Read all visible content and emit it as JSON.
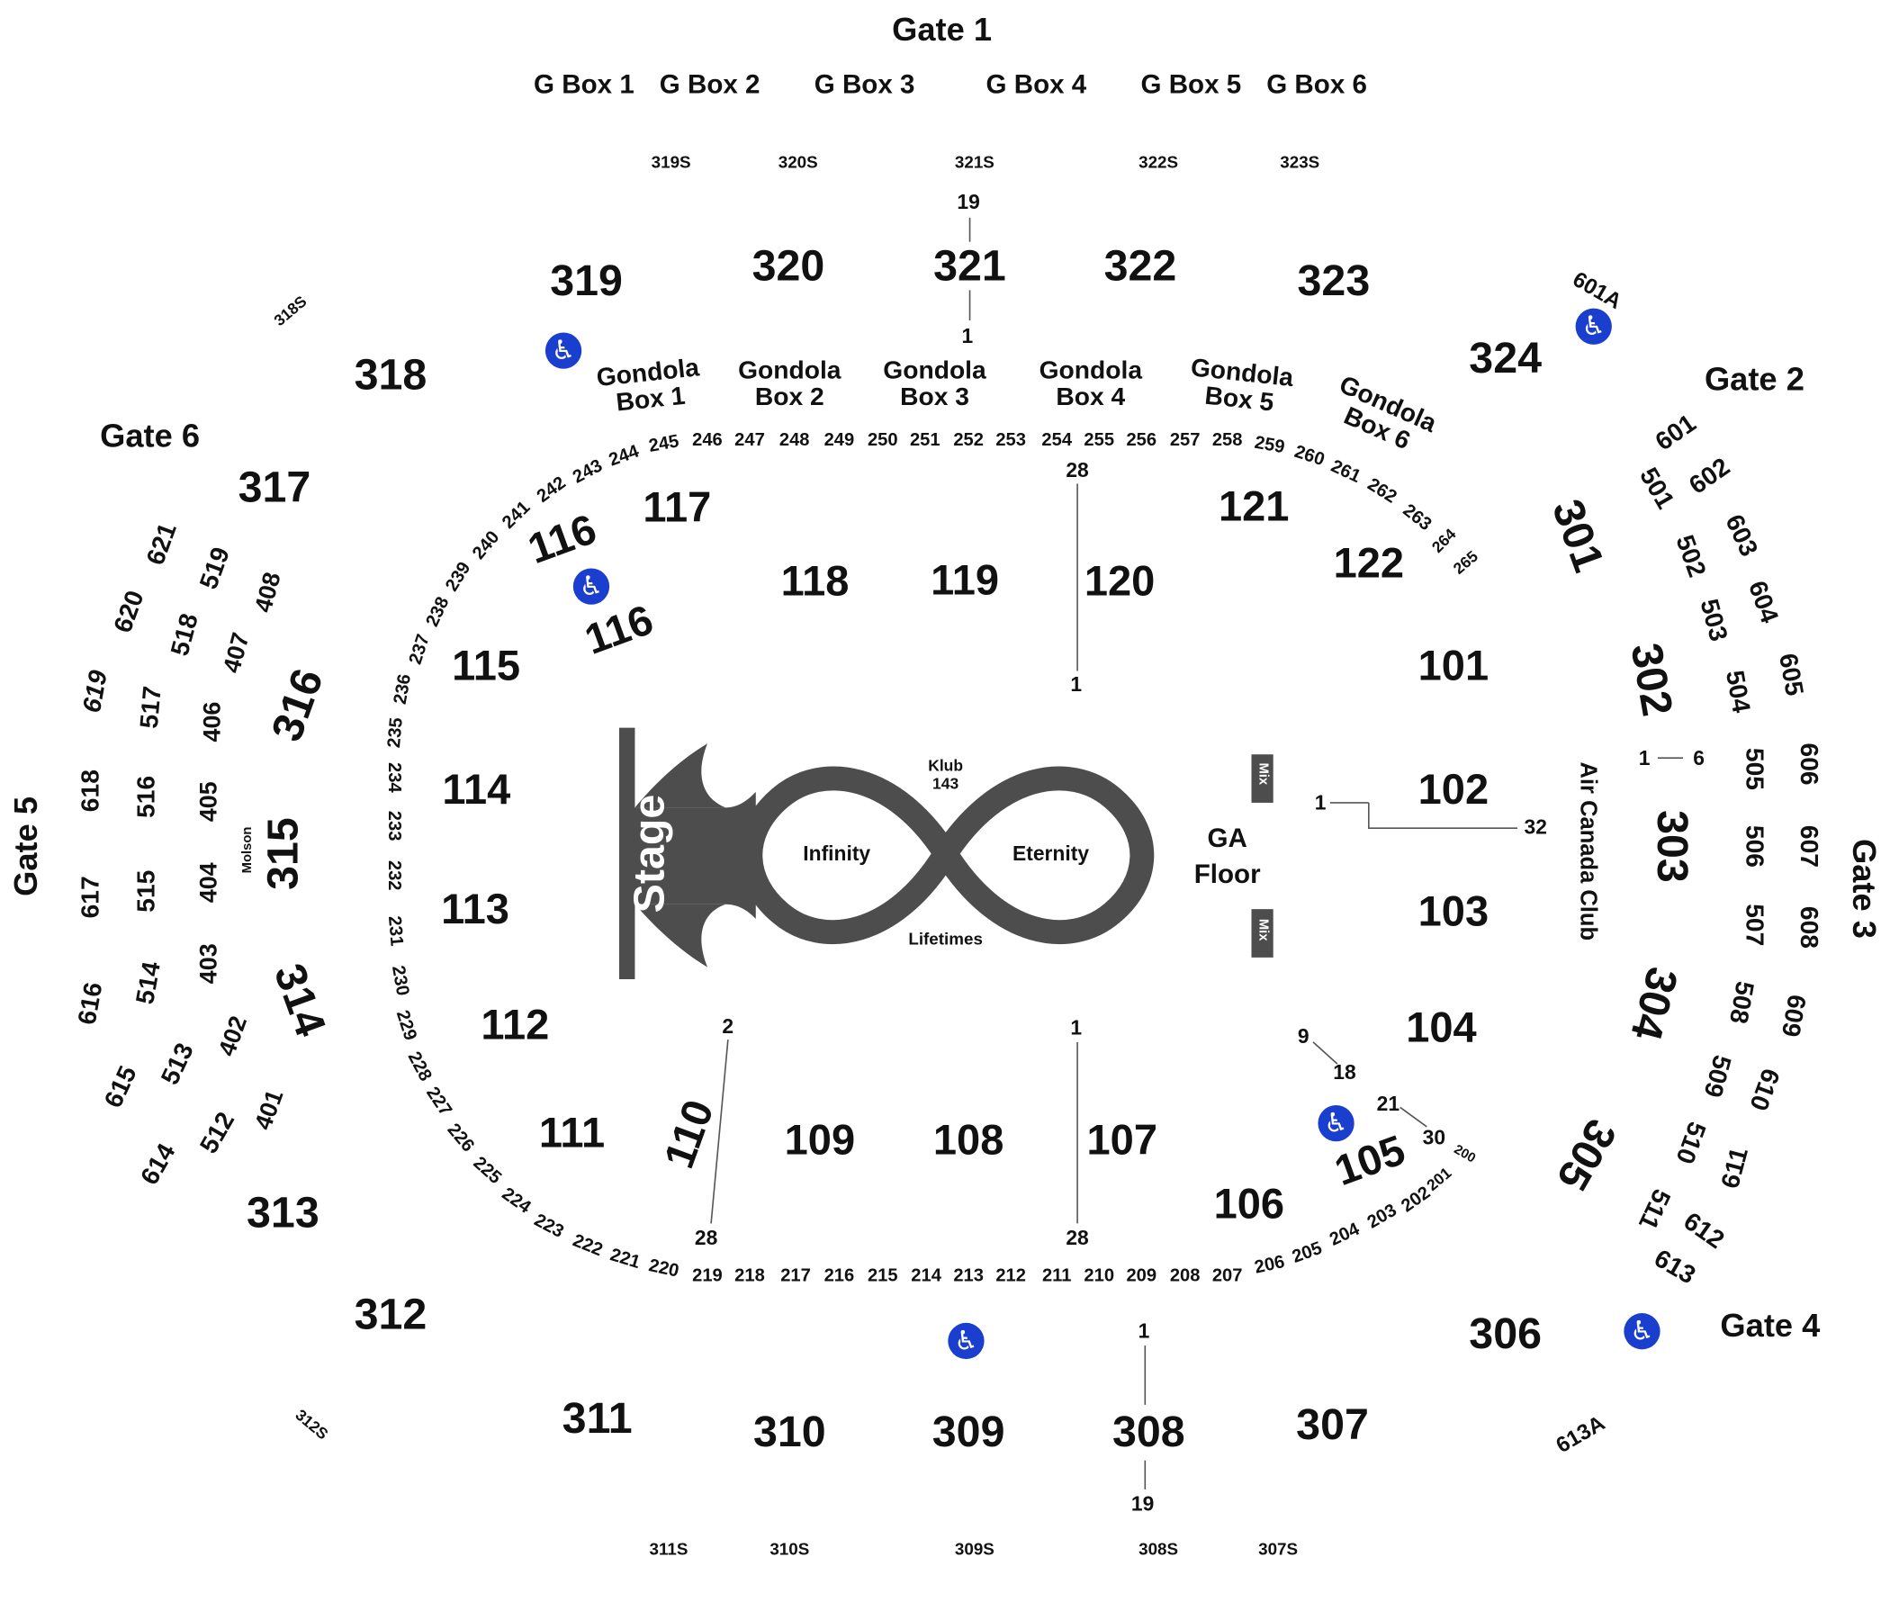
{
  "gates": [
    {
      "id": "gate-1",
      "label": "Gate 1"
    },
    {
      "id": "gate-2",
      "label": "Gate 2"
    },
    {
      "id": "gate-3",
      "label": "Gate 3"
    },
    {
      "id": "gate-4",
      "label": "Gate 4"
    },
    {
      "id": "gate-5",
      "label": "Gate 5"
    },
    {
      "id": "gate-6",
      "label": "Gate 6"
    }
  ],
  "g_boxes": [
    "G Box 1",
    "G Box 2",
    "G Box 3",
    "G Box 4",
    "G Box 5",
    "G Box 6"
  ],
  "gondola_boxes": [
    "Gondola Box 1",
    "Gondola Box 2",
    "Gondola Box 3",
    "Gondola Box 4",
    "Gondola Box 5",
    "Gondola Box 6"
  ],
  "standing_sections": [
    "319S",
    "320S",
    "321S",
    "322S",
    "323S",
    "318S",
    "312S",
    "311S",
    "310S",
    "309S",
    "308S",
    "307S"
  ],
  "sections_300": [
    "301",
    "302",
    "303",
    "304",
    "305",
    "306",
    "307",
    "308",
    "309",
    "310",
    "311",
    "312",
    "313",
    "314",
    "315",
    "316",
    "317",
    "318",
    "319",
    "320",
    "321",
    "322",
    "323",
    "324"
  ],
  "sections_100": [
    "101",
    "102",
    "103",
    "104",
    "105",
    "106",
    "107",
    "108",
    "109",
    "110",
    "111",
    "112",
    "113",
    "114",
    "115",
    "116",
    "116",
    "117",
    "118",
    "119",
    "120",
    "121",
    "122"
  ],
  "sections_200": [
    "200",
    "201",
    "202",
    "203",
    "204",
    "205",
    "206",
    "207",
    "208",
    "209",
    "210",
    "211",
    "212",
    "213",
    "214",
    "215",
    "216",
    "217",
    "218",
    "219",
    "220",
    "221",
    "222",
    "223",
    "224",
    "225",
    "226",
    "227",
    "228",
    "229",
    "230",
    "231",
    "232",
    "233",
    "234",
    "235",
    "236",
    "237",
    "238",
    "239",
    "240",
    "241",
    "242",
    "243",
    "244",
    "245",
    "246",
    "247",
    "248",
    "249",
    "250",
    "251",
    "252",
    "253",
    "254",
    "255",
    "256",
    "257",
    "258",
    "259",
    "260",
    "261",
    "262",
    "263",
    "264",
    "265"
  ],
  "sections_400": [
    "401",
    "402",
    "403",
    "404",
    "405",
    "406",
    "407",
    "408"
  ],
  "sections_500": [
    "501",
    "502",
    "503",
    "504",
    "505",
    "506",
    "507",
    "508",
    "509",
    "510",
    "511",
    "512",
    "513",
    "514",
    "515",
    "516",
    "517",
    "518",
    "519"
  ],
  "sections_600": [
    "601",
    "601A",
    "602",
    "603",
    "604",
    "605",
    "606",
    "607",
    "608",
    "609",
    "610",
    "611",
    "612",
    "613",
    "613A",
    "614",
    "615",
    "616",
    "617",
    "618",
    "619",
    "620",
    "621"
  ],
  "row_numbers": [
    "19",
    "1",
    "28",
    "1",
    "1",
    "32",
    "1",
    "6",
    "9",
    "18",
    "21",
    "30",
    "2",
    "28",
    "1",
    "28",
    "1",
    "19"
  ],
  "labels": {
    "stage": "Stage",
    "ga_floor": "GA Floor",
    "mix": "Mix",
    "infinity": "Infinity",
    "eternity": "Eternity",
    "lifetimes": "Lifetimes",
    "klub": "Klub",
    "klub_num": "143",
    "molson": "Molson",
    "air_canada_club": "Air Canada Club"
  },
  "colors": {
    "stage": "#4d4d4d",
    "accessible": "#1a3fcf",
    "text": "#111111",
    "background": "#ffffff"
  },
  "icons": {
    "accessible": "wheelchair-icon"
  }
}
